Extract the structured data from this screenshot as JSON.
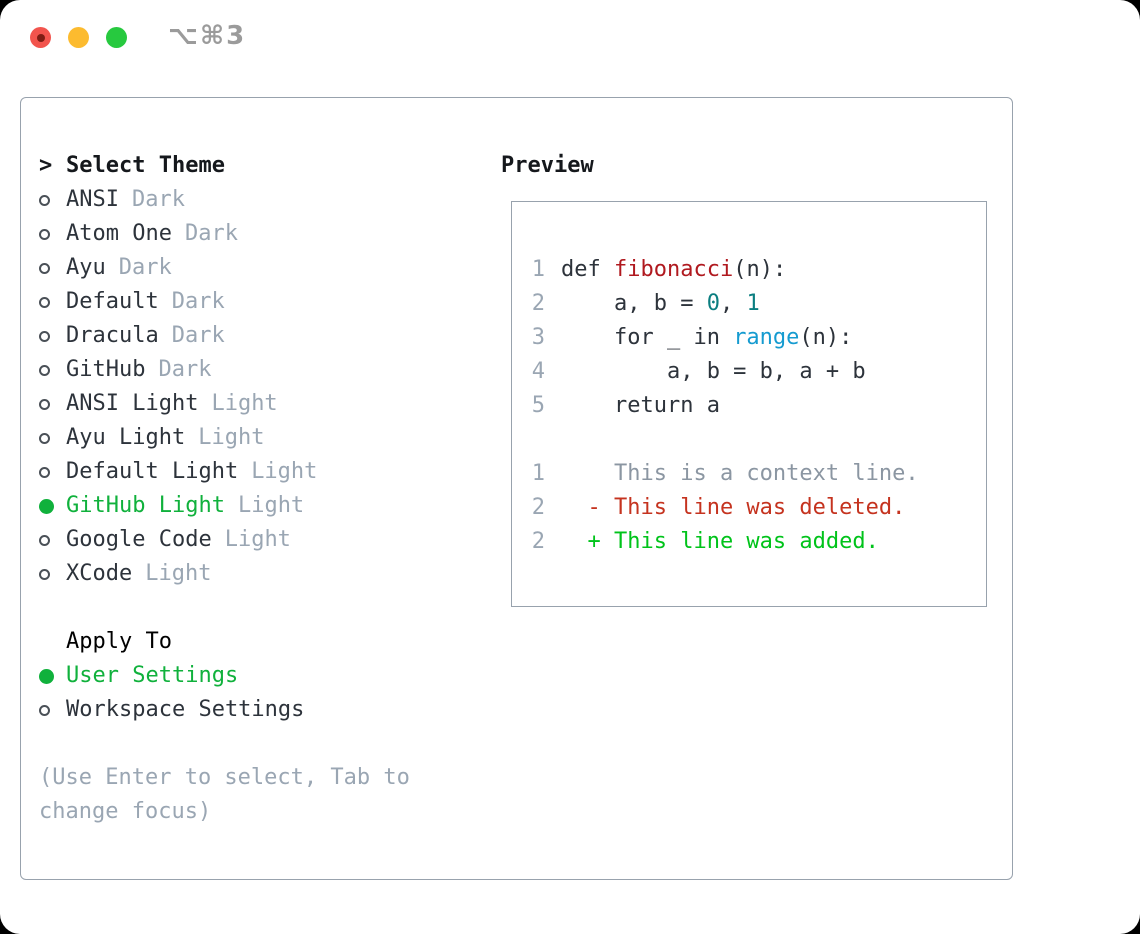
{
  "window": {
    "title": "⌥⌘3"
  },
  "titlebar_buttons": [
    {
      "name": "close-button",
      "color_key": "traffic-red"
    },
    {
      "name": "minimize-button",
      "color_key": "traffic-yellow"
    },
    {
      "name": "zoom-button",
      "color_key": "traffic-green"
    }
  ],
  "theme_section": {
    "prompt": ">",
    "header": "Select Theme",
    "items": [
      {
        "name": "ANSI",
        "tag": "Dark",
        "selected": false
      },
      {
        "name": "Atom One",
        "tag": "Dark",
        "selected": false
      },
      {
        "name": "Ayu",
        "tag": "Dark",
        "selected": false
      },
      {
        "name": "Default",
        "tag": "Dark",
        "selected": false
      },
      {
        "name": "Dracula",
        "tag": "Dark",
        "selected": false
      },
      {
        "name": "GitHub",
        "tag": "Dark",
        "selected": false
      },
      {
        "name": "ANSI Light",
        "tag": "Light",
        "selected": false
      },
      {
        "name": "Ayu Light",
        "tag": "Light",
        "selected": false
      },
      {
        "name": "Default Light",
        "tag": "Light",
        "selected": false
      },
      {
        "name": "GitHub Light",
        "tag": "Light",
        "selected": true
      },
      {
        "name": "Google Code",
        "tag": "Light",
        "selected": false
      },
      {
        "name": "XCode",
        "tag": "Light",
        "selected": false
      }
    ]
  },
  "apply_section": {
    "header": "Apply To",
    "items": [
      {
        "name": "User Settings",
        "tag": "",
        "selected": true
      },
      {
        "name": "Workspace Settings",
        "tag": "",
        "selected": false
      }
    ]
  },
  "hint": "(Use Enter to select, Tab to change focus)",
  "preview": {
    "title": "Preview",
    "lines": [
      {
        "num": "1",
        "segs": [
          [
            "def ",
            "code"
          ],
          [
            "fibonacci",
            "func"
          ],
          [
            "(n):",
            "code"
          ]
        ]
      },
      {
        "num": "2",
        "segs": [
          [
            "    a, b = ",
            "code"
          ],
          [
            "0",
            "num"
          ],
          [
            ", ",
            "code"
          ],
          [
            "1",
            "num"
          ]
        ]
      },
      {
        "num": "3",
        "segs": [
          [
            "    for _ in ",
            "code"
          ],
          [
            "range",
            "builtin"
          ],
          [
            "(n):",
            "code"
          ]
        ]
      },
      {
        "num": "4",
        "segs": [
          [
            "        a, b = b, a + b",
            "code"
          ]
        ]
      },
      {
        "num": "5",
        "segs": [
          [
            "    return a",
            "code"
          ]
        ]
      },
      {
        "num": "",
        "segs": []
      },
      {
        "num": "1",
        "segs": [
          [
            "    This is a context line.",
            "context"
          ]
        ]
      },
      {
        "num": "2",
        "segs": [
          [
            "  - This line was deleted.",
            "deleted"
          ]
        ]
      },
      {
        "num": "2",
        "segs": [
          [
            "  + This line was added.",
            "added"
          ]
        ]
      }
    ]
  },
  "colors": {
    "selected_green": "#10b13c",
    "added_green": "#00c31a",
    "deleted_red": "#c5331f",
    "function_red": "#b0191f",
    "number_teal": "#0b7e80",
    "builtin_blue": "#159bd0",
    "text_dark": "#2d333b",
    "muted_gray": "#9aa6b3",
    "border_gray": "#98a2ad",
    "traffic_red": "#f2544d",
    "traffic_yellow": "#fcbb2f",
    "traffic_green": "#27c93f"
  }
}
